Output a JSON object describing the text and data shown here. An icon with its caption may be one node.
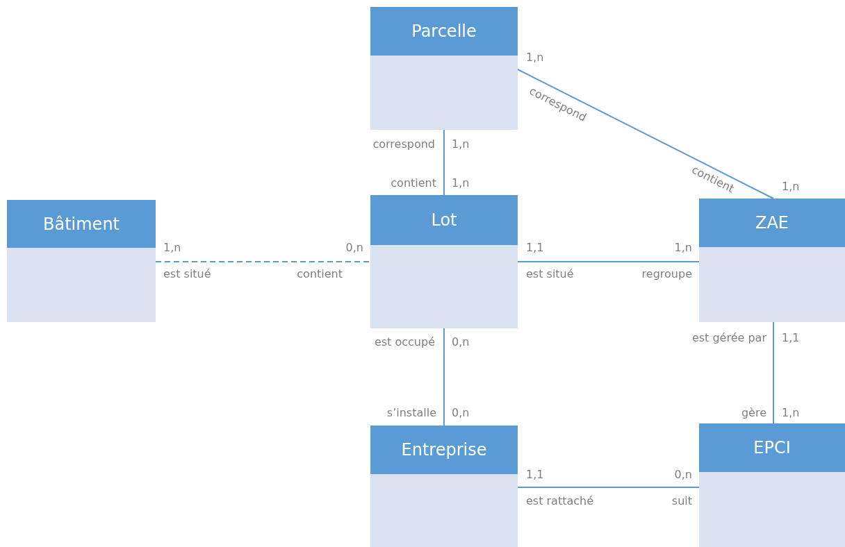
{
  "diagram": {
    "nodes": [
      {
        "text": [
          "Parcelle"
        ]
      },
      {
        "text": [
          "Bâtiment"
        ]
      },
      {
        "text": [
          "Lot"
        ]
      },
      {
        "text": [
          "ZAE"
        ]
      },
      {
        "text": [
          "Entreprise"
        ]
      },
      {
        "text": [
          "EPCI"
        ]
      }
    ],
    "edges": [
      {
        "from": 0,
        "to": 2,
        "arrow": "none"
      },
      {
        "from": 0,
        "to": 3,
        "arrow": "none"
      },
      {
        "from": 1,
        "to": 2,
        "arrow": "none",
        "style": "dashed"
      },
      {
        "from": 2,
        "to": 3,
        "arrow": "none"
      },
      {
        "from": 2,
        "to": 4,
        "arrow": "none"
      },
      {
        "from": 3,
        "to": 5,
        "arrow": "none"
      },
      {
        "from": 4,
        "to": 5,
        "arrow": "none"
      }
    ],
    "labels": [
      "1,n",
      "correspond",
      "correspond",
      "1,n",
      "contient",
      "1,n",
      "contient",
      "1,n",
      "1,n",
      "0,n",
      "1,1",
      "1,n",
      "est situé",
      "contient",
      "est situé",
      "regroupe",
      "est occupé",
      "0,n",
      "est gérée par",
      "1,1",
      "s’installe",
      "0,n",
      "gère",
      "1,n",
      "1,1",
      "0,n",
      "est rattaché",
      "suit"
    ]
  }
}
